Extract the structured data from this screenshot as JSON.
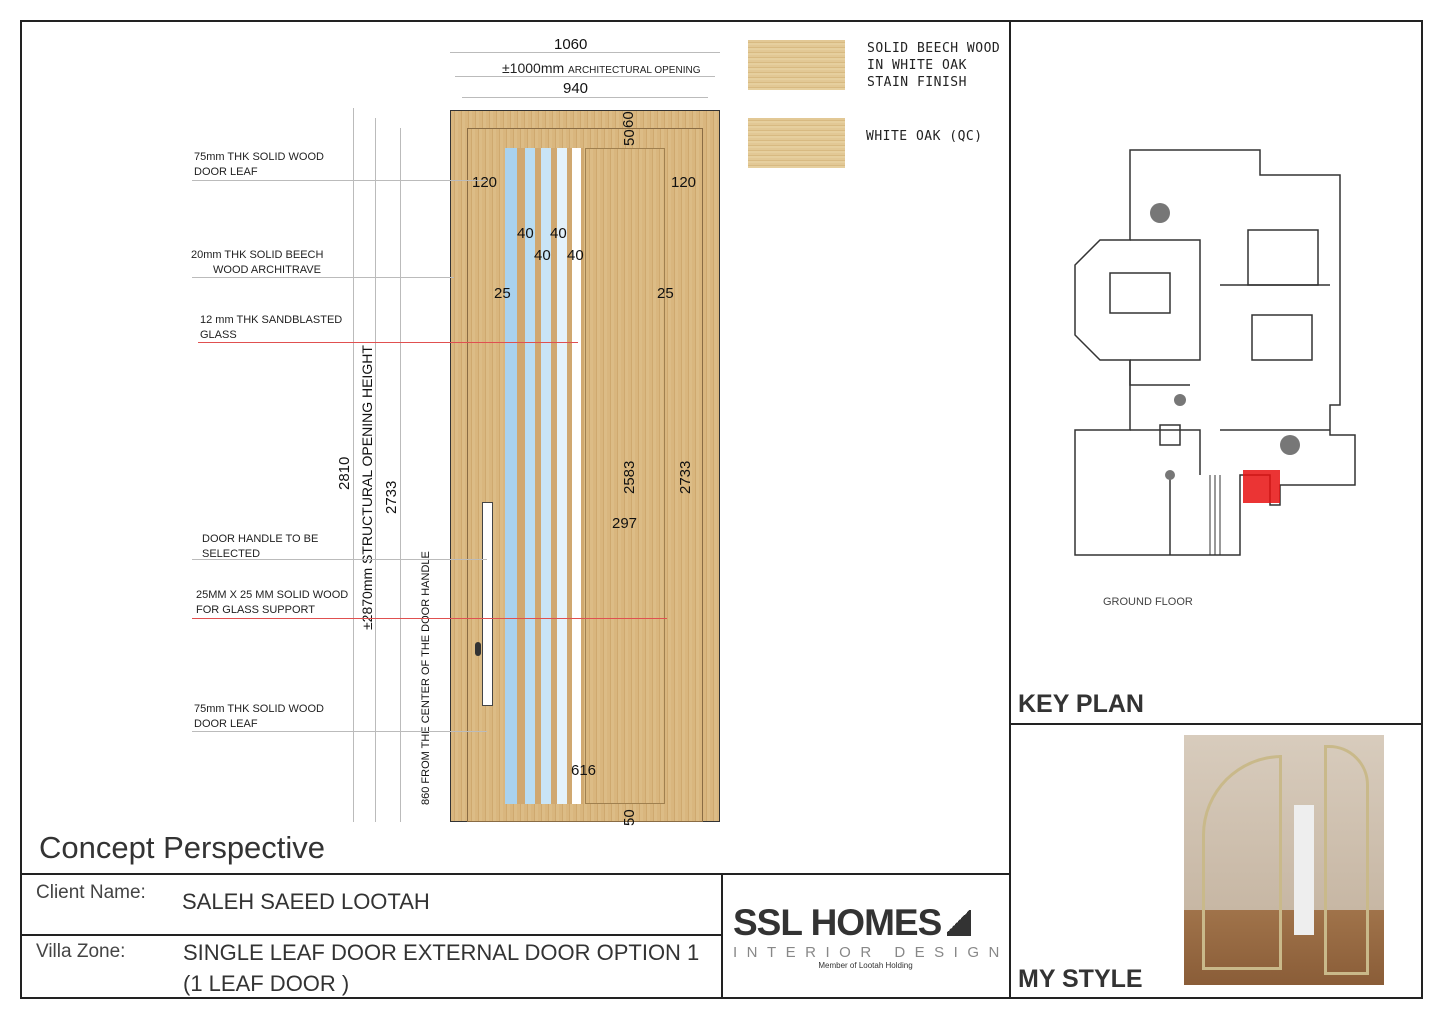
{
  "drawing": {
    "dims": {
      "overall_width": "1060",
      "arch_opening_value": "±1000mm",
      "arch_opening_label": "ARCHITECTURAL OPENING",
      "inner_width": "940",
      "top_60": "60",
      "top_50": "50",
      "left_120": "120",
      "right_120": "120",
      "g40a": "40",
      "g40b": "40",
      "g40c": "40",
      "g40d": "40",
      "left_25": "25",
      "right_25": "25",
      "h2583": "2583",
      "h2733_right": "2733",
      "w297": "297",
      "w616": "616",
      "bottom_50": "50",
      "h2810": "2810",
      "structural": "±2870mm STRUCTURAL OPENING HEIGHT",
      "h2733_left": "2733",
      "handle_height": "860 FROM THE CENTER OF THE DOOR HANDLE"
    },
    "notes": [
      {
        "l1": "75mm THK SOLID WOOD",
        "l2": "DOOR LEAF"
      },
      {
        "l1": "20mm THK SOLID BEECH",
        "l2": "WOOD ARCHITRAVE"
      },
      {
        "l1": "12 mm  THK SANDBLASTED",
        "l2": "GLASS"
      },
      {
        "l1": "DOOR HANDLE TO BE",
        "l2": "SELECTED"
      },
      {
        "l1": "25MM X 25 MM SOLID WOOD",
        "l2": "FOR GLASS SUPPORT"
      },
      {
        "l1": "75mm THK SOLID WOOD",
        "l2": "DOOR LEAF"
      }
    ],
    "materials": [
      {
        "l1": "SOLID BEECH WOOD",
        "l2": "IN WHITE OAK",
        "l3": "STAIN FINISH"
      },
      {
        "l1": "WHITE OAK (QC)"
      }
    ],
    "title": "Concept Perspective"
  },
  "key_plan": {
    "floor_label": "GROUND FLOOR",
    "title": "KEY PLAN"
  },
  "my_style": {
    "title": "MY STYLE"
  },
  "title_block": {
    "client_label": "Client Name:",
    "client_value": "SALEH SAEED LOOTAH",
    "zone_label": "Villa Zone:",
    "zone_value_1": "SINGLE LEAF DOOR EXTERNAL DOOR OPTION 1",
    "zone_value_2": "(1 LEAF DOOR )"
  },
  "logo": {
    "name": "SSL HOMES",
    "sub": "INTERIOR DESIGN",
    "tag": "Member of Lootah Holding"
  }
}
